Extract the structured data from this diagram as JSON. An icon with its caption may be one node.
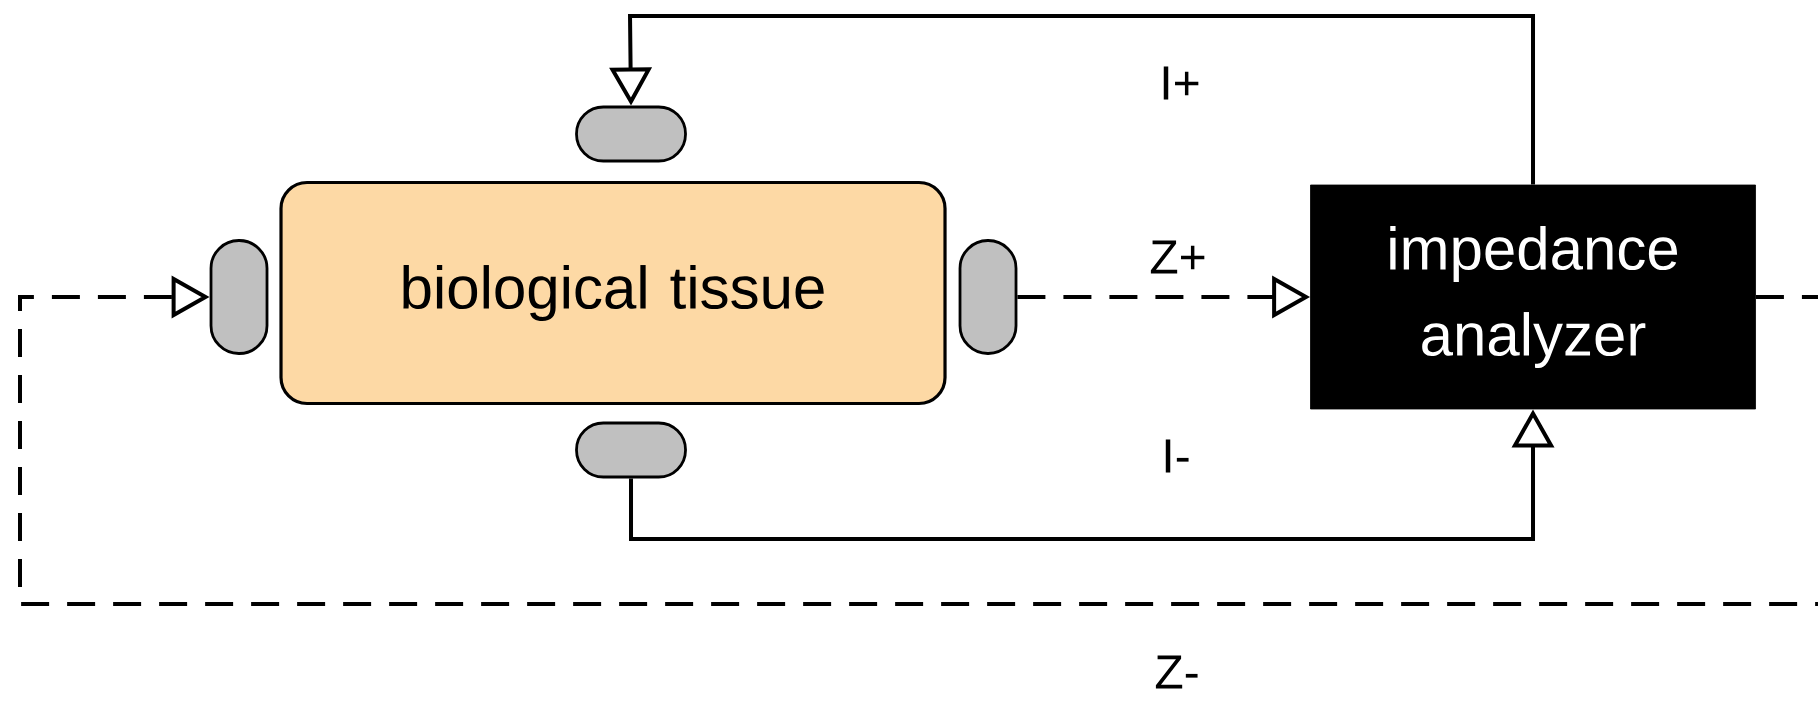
{
  "diagram": {
    "nodes": [
      {
        "text": [
          "biological tissue"
        ]
      },
      {
        "text": [
          "impedance analyzer"
        ]
      },
      {
        "text": [],
        "shape": "pill"
      },
      {
        "text": [],
        "shape": "pill"
      },
      {
        "text": [],
        "shape": "pill"
      },
      {
        "text": [],
        "shape": "pill"
      }
    ],
    "edges": [
      {
        "from": 1,
        "to": 2,
        "arrow": "to",
        "label": "I+"
      },
      {
        "from": 4,
        "to": 1,
        "arrow": "to",
        "label": "Z+",
        "style": "dashed"
      },
      {
        "from": 5,
        "to": 1,
        "arrow": "to",
        "label": "I-"
      },
      {
        "from": 1,
        "to": 3,
        "arrow": "to",
        "label": "Z-",
        "style": "dashed"
      }
    ]
  }
}
